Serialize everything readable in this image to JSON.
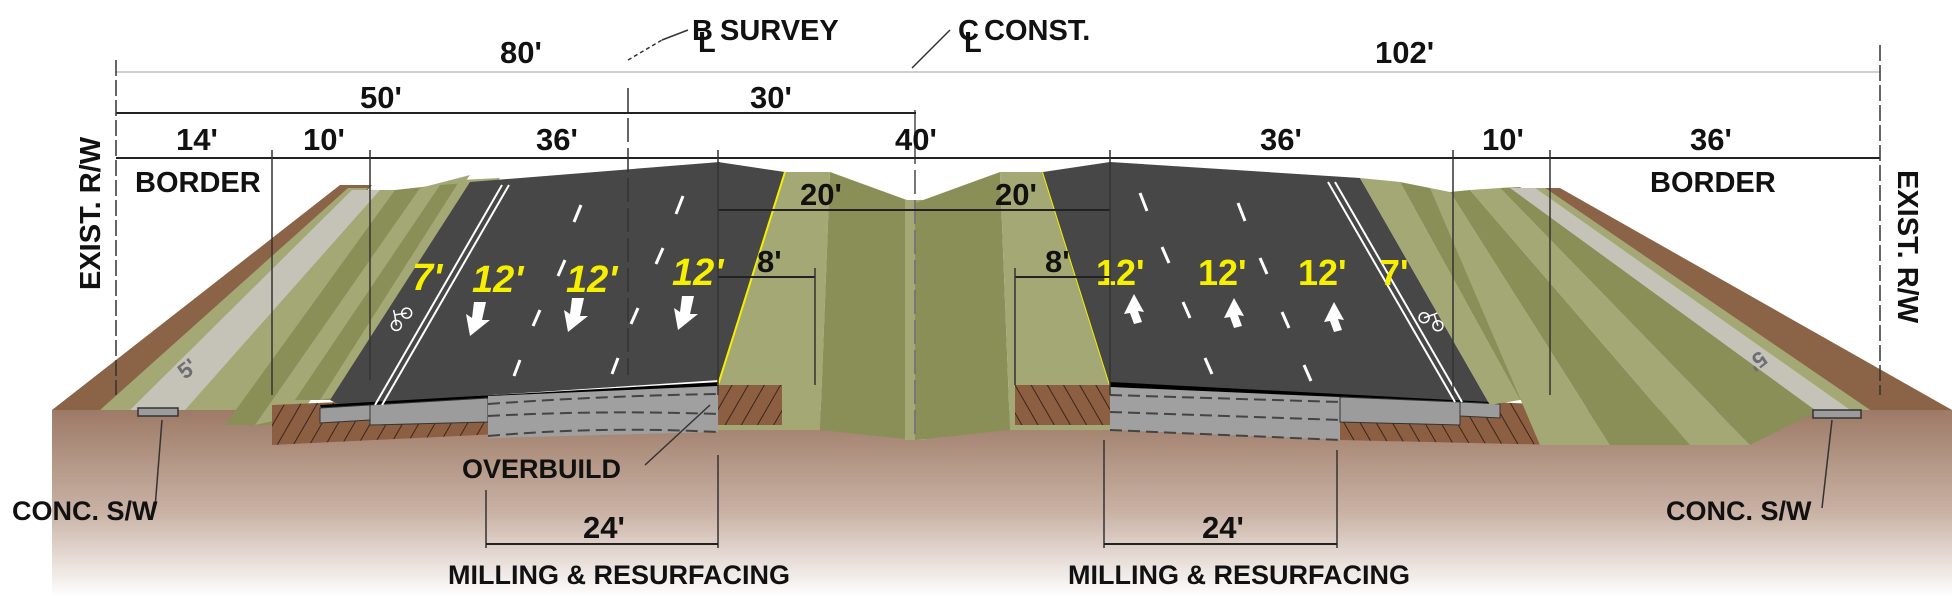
{
  "title": "Proposed Typical Roadway Cross Section",
  "colors": {
    "asphalt": "#474747",
    "grass_light": "#a3a874",
    "grass_dark": "#8a8f58",
    "sidewalk": "#c5c2b8",
    "soil": "#8b6347",
    "subgrade": "#a88a7a",
    "base": "#a0a0a0",
    "lane_label": "#f6ef00",
    "text": "#111111"
  },
  "reference_lines": {
    "survey_label": "SURVEY",
    "survey_symbol": "B/L",
    "construction_label": "CONST.",
    "construction_symbol": "C/L"
  },
  "right_of_way": {
    "left_label": "EXIST. R/W",
    "right_label": "EXIST. R/W"
  },
  "dimensions": {
    "top_left_total": "80'",
    "top_right_total": "102'",
    "left_to_survey": "50'",
    "survey_to_const": "30'",
    "median_total": "40'",
    "left_border": "14'",
    "left_buffer": "10'",
    "left_roadway": "36'",
    "right_roadway": "36'",
    "right_buffer": "10'",
    "right_border": "36'",
    "median_left_half": "20'",
    "median_right_half": "20'",
    "median_left_inner": "8'",
    "median_right_inner": "8'"
  },
  "border_labels": {
    "left": "BORDER",
    "right": "BORDER"
  },
  "southbound": {
    "bike_lane_width": "7'",
    "lanes": [
      "12'",
      "12'",
      "12'"
    ],
    "direction": "down-left",
    "sidewalk_width": "5'"
  },
  "northbound": {
    "lanes": [
      "12'",
      "12'",
      "12'"
    ],
    "bike_lane_width": "7'",
    "direction": "up",
    "sidewalk_width": "5'"
  },
  "callouts": {
    "left_sidewalk": "CONC. S/W",
    "right_sidewalk": "CONC. S/W",
    "overbuild": "OVERBUILD",
    "left_milling_width": "24'",
    "left_milling_label": "MILLING & RESURFACING",
    "right_milling_width": "24'",
    "right_milling_label": "MILLING & RESURFACING"
  },
  "icons": {
    "bike": "bicycle-icon",
    "arrow_sb": "arrow-down-icon",
    "arrow_nb": "arrow-up-icon"
  }
}
